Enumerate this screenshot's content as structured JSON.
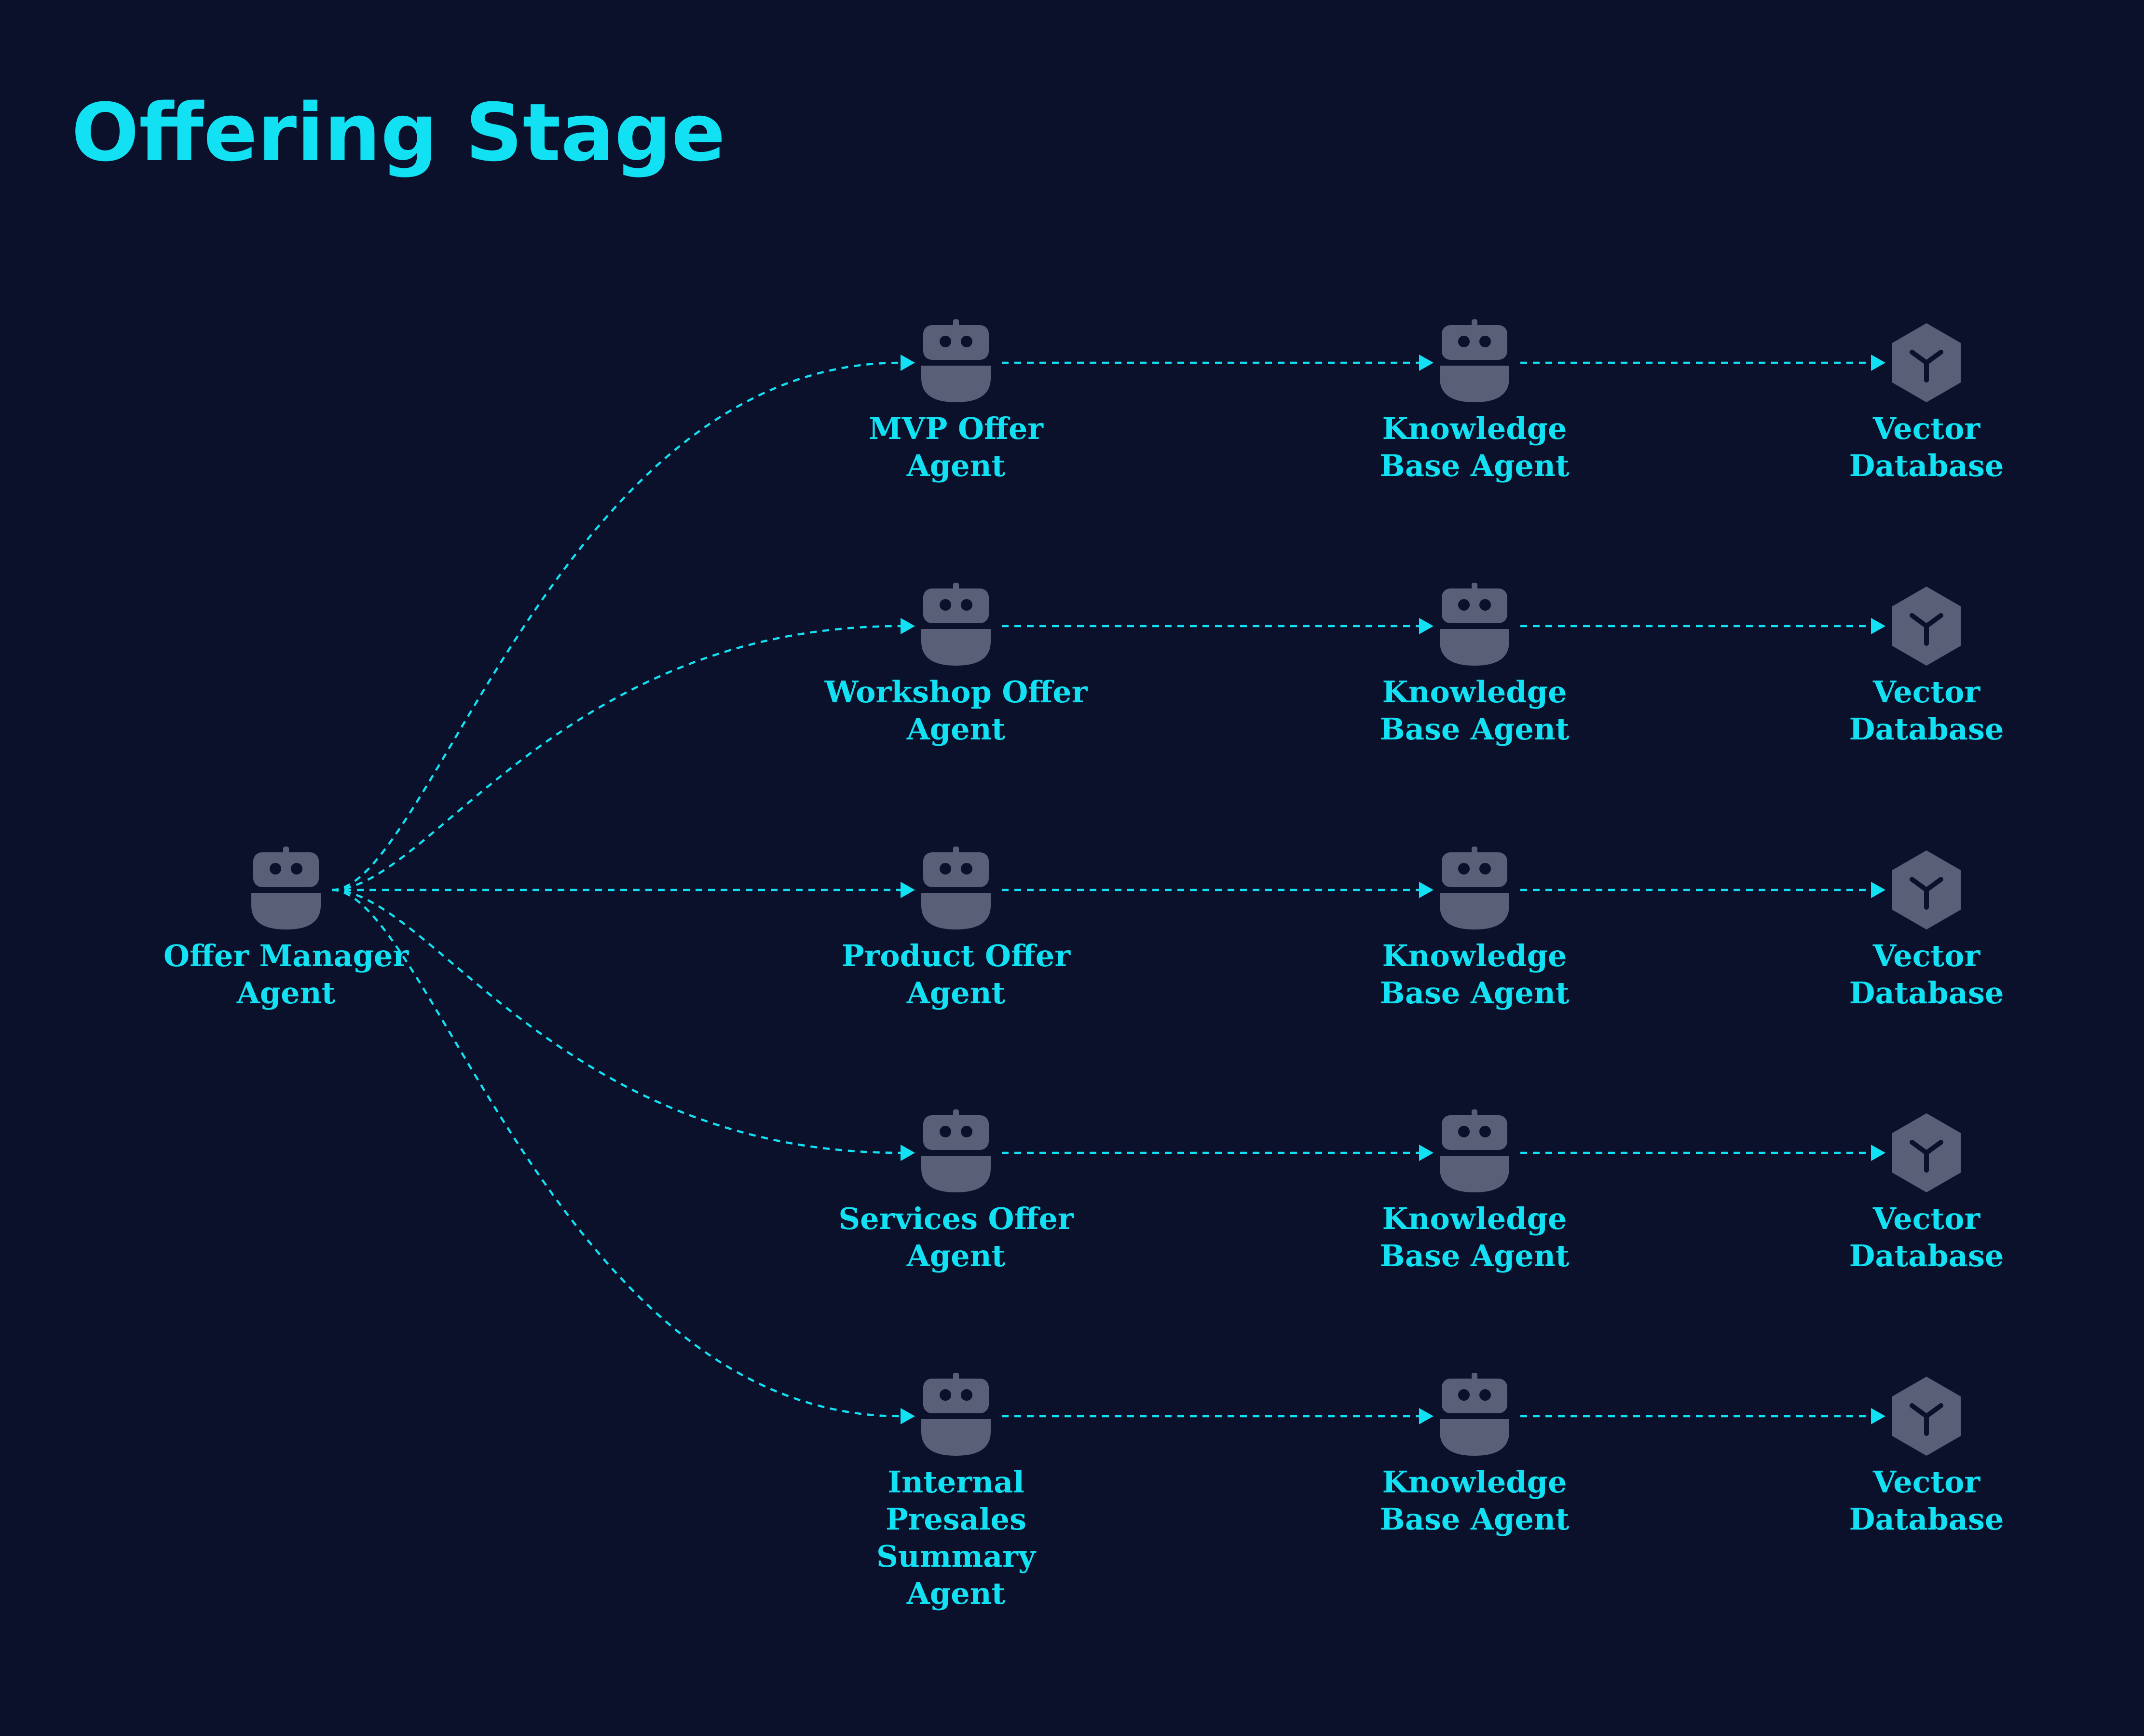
{
  "title": "Offering Stage",
  "colors": {
    "background": "#0b102b",
    "accent": "#12e1f3",
    "icon": "#595f76"
  },
  "nodes": [
    {
      "id": "offer-manager",
      "label": [
        "Offer Manager",
        "Agent"
      ],
      "icon": "robot-icon"
    },
    {
      "id": "mvp-offer",
      "label": [
        "MVP Offer",
        "Agent"
      ],
      "icon": "robot-icon"
    },
    {
      "id": "workshop-offer",
      "label": [
        "Workshop Offer",
        "Agent"
      ],
      "icon": "robot-icon"
    },
    {
      "id": "product-offer",
      "label": [
        "Product Offer",
        "Agent"
      ],
      "icon": "robot-icon"
    },
    {
      "id": "services-offer",
      "label": [
        "Services Offer",
        "Agent"
      ],
      "icon": "robot-icon"
    },
    {
      "id": "internal-presales",
      "label": [
        "Internal",
        "Presales",
        "Summary",
        "Agent"
      ],
      "icon": "robot-icon"
    },
    {
      "id": "kb-1",
      "label": [
        "Knowledge",
        "Base Agent"
      ],
      "icon": "robot-icon"
    },
    {
      "id": "kb-2",
      "label": [
        "Knowledge",
        "Base Agent"
      ],
      "icon": "robot-icon"
    },
    {
      "id": "kb-3",
      "label": [
        "Knowledge",
        "Base Agent"
      ],
      "icon": "robot-icon"
    },
    {
      "id": "kb-4",
      "label": [
        "Knowledge",
        "Base Agent"
      ],
      "icon": "robot-icon"
    },
    {
      "id": "kb-5",
      "label": [
        "Knowledge",
        "Base Agent"
      ],
      "icon": "robot-icon"
    },
    {
      "id": "vdb-1",
      "label": [
        "Vector",
        "Database"
      ],
      "icon": "cube-icon"
    },
    {
      "id": "vdb-2",
      "label": [
        "Vector",
        "Database"
      ],
      "icon": "cube-icon"
    },
    {
      "id": "vdb-3",
      "label": [
        "Vector",
        "Database"
      ],
      "icon": "cube-icon"
    },
    {
      "id": "vdb-4",
      "label": [
        "Vector",
        "Database"
      ],
      "icon": "cube-icon"
    },
    {
      "id": "vdb-5",
      "label": [
        "Vector",
        "Database"
      ],
      "icon": "cube-icon"
    }
  ],
  "edges": [
    {
      "from": "offer-manager",
      "to": "mvp-offer"
    },
    {
      "from": "offer-manager",
      "to": "workshop-offer"
    },
    {
      "from": "offer-manager",
      "to": "product-offer"
    },
    {
      "from": "offer-manager",
      "to": "services-offer"
    },
    {
      "from": "offer-manager",
      "to": "internal-presales"
    },
    {
      "from": "mvp-offer",
      "to": "kb-1"
    },
    {
      "from": "workshop-offer",
      "to": "kb-2"
    },
    {
      "from": "product-offer",
      "to": "kb-3"
    },
    {
      "from": "services-offer",
      "to": "kb-4"
    },
    {
      "from": "internal-presales",
      "to": "kb-5"
    },
    {
      "from": "kb-1",
      "to": "vdb-1"
    },
    {
      "from": "kb-2",
      "to": "vdb-2"
    },
    {
      "from": "kb-3",
      "to": "vdb-3"
    },
    {
      "from": "kb-4",
      "to": "vdb-4"
    },
    {
      "from": "kb-5",
      "to": "vdb-5"
    }
  ]
}
